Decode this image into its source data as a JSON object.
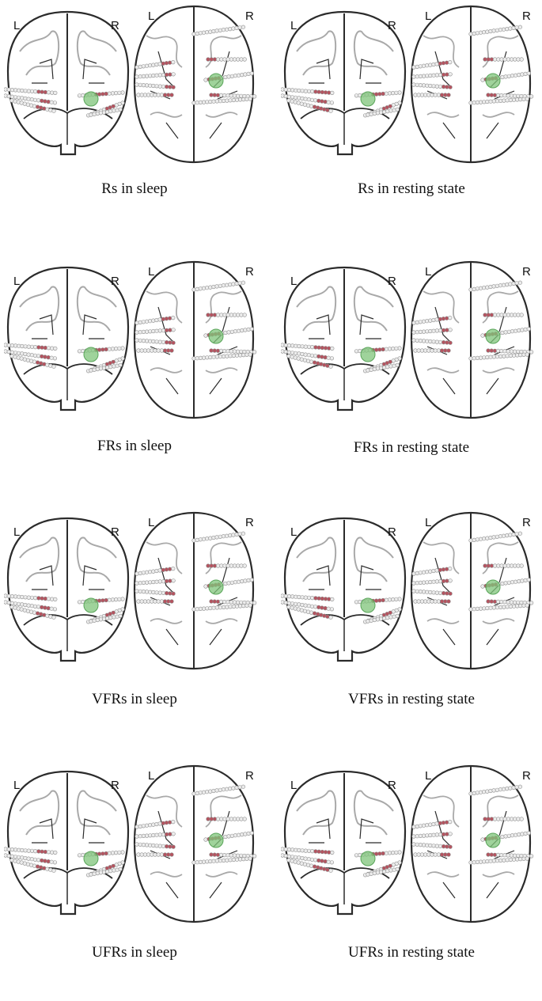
{
  "side_labels": {
    "left": "L",
    "right": "R"
  },
  "colors": {
    "outline": "#2b2b2b",
    "sulci_gray": "#a9a9a9",
    "electrode_white": "#ececec",
    "electrode_red": "#b5535f",
    "focus_green": "#7fc47a"
  },
  "panels": [
    {
      "caption": "Rs in sleep"
    },
    {
      "caption": "Rs in resting state"
    },
    {
      "caption": "FRs in sleep"
    },
    {
      "caption": "FRs in resting state"
    },
    {
      "caption": "VFRs in sleep"
    },
    {
      "caption": "VFRs in resting state"
    },
    {
      "caption": "UFRs in sleep"
    },
    {
      "caption": "UFRs in resting state"
    }
  ]
}
